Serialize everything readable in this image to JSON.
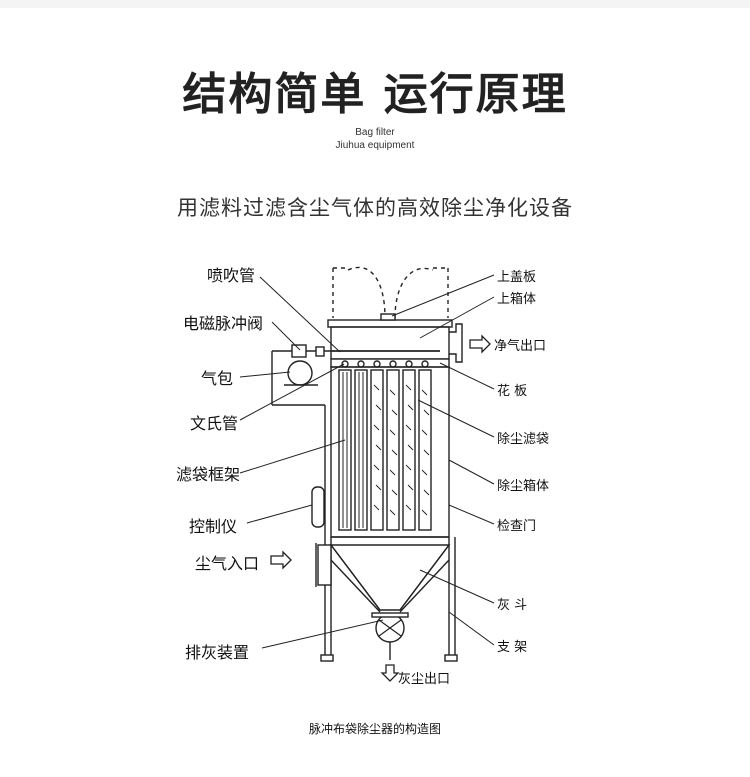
{
  "header": {
    "title": "结构简单 运行原理",
    "subtitle_en_1": "Bag filter",
    "subtitle_en_2": "Jiuhua equipment",
    "description": "用滤料过滤含尘气体的高效除尘净化设备"
  },
  "diagram": {
    "labels_left": {
      "blow_pipe": "喷吹管",
      "solenoid_valve": "电磁脉冲阀",
      "air_bag": "气包",
      "venturi": "文氏管",
      "bag_cage": "滤袋框架",
      "controller": "控制仪",
      "dust_inlet": "尘气入口",
      "ash_discharge": "排灰装置"
    },
    "labels_right": {
      "top_cover": "上盖板",
      "upper_box": "上箱体",
      "clean_outlet": "净气出口",
      "tube_sheet": "花 板",
      "filter_bag": "除尘滤袋",
      "dust_box": "除尘箱体",
      "inspection_door": "检查门",
      "hopper": "灰 斗",
      "support": "支 架"
    },
    "ash_outlet": "灰尘出口",
    "caption": "脉冲布袋除尘器的构造图"
  },
  "colors": {
    "line": "#222222",
    "title": "#222222",
    "background": "#ffffff"
  }
}
